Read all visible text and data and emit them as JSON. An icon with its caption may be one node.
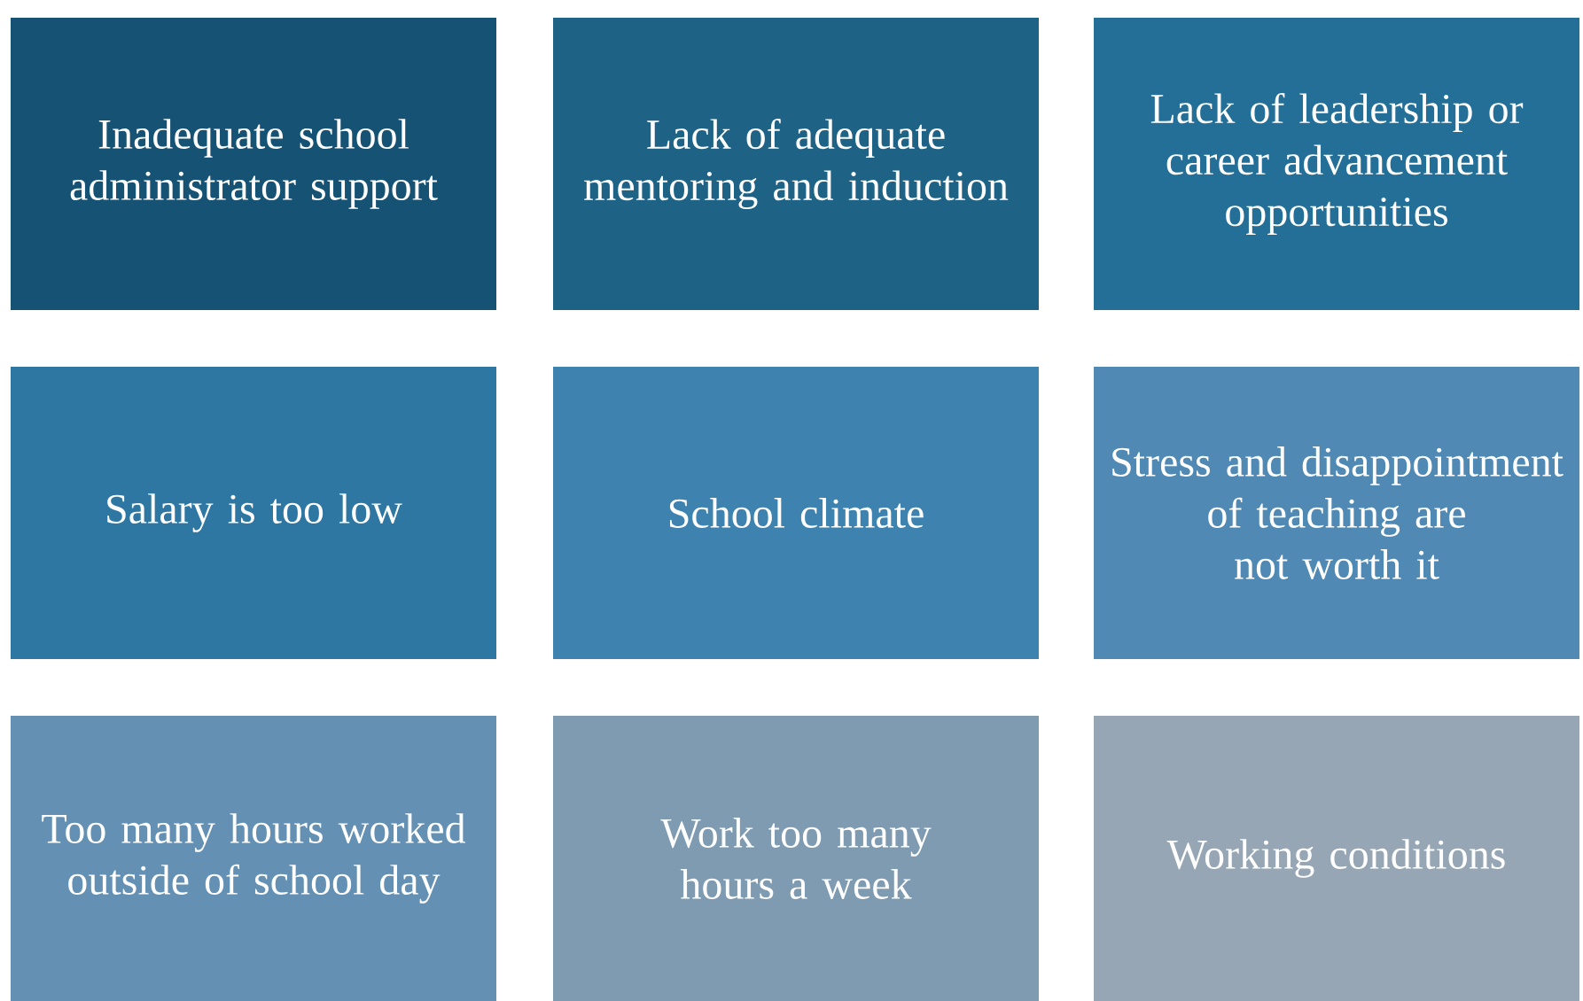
{
  "diagram": {
    "nodes": [
      {
        "text": [
          "Inadequate school administrator support"
        ]
      },
      {
        "text": [
          "Lack of adequate mentoring and induction"
        ]
      },
      {
        "text": [
          "Lack of leadership or career advancement opportunities"
        ]
      },
      {
        "text": [
          "Salary is too low"
        ]
      },
      {
        "text": [
          "School climate"
        ]
      },
      {
        "text": [
          "Stress and disappointment of teaching are not worth it"
        ]
      },
      {
        "text": [
          "Too many hours worked outside of school day"
        ]
      },
      {
        "text": [
          "Work too many hours a week"
        ]
      },
      {
        "text": [
          "Working conditions"
        ]
      }
    ]
  }
}
